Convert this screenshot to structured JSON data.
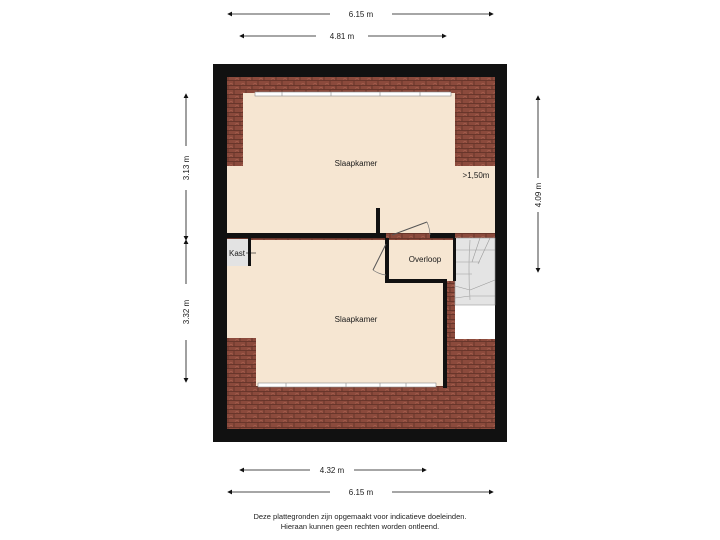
{
  "dimensions": {
    "top_total": "6.15 m",
    "top_inner": "4.81 m",
    "left_upper": "3.13 m",
    "left_lower": "3.32 m",
    "right_height": "4.09 m",
    "bottom_inner": "4.32 m",
    "bottom_total": "6.15 m"
  },
  "rooms": {
    "upper_bedroom": "Slaapkamer",
    "lower_bedroom": "Slaapkamer",
    "landing": "Overloop",
    "closet": "Kast",
    "height_note": ">1,50m"
  },
  "disclaimer": {
    "line1": "Deze plattegronden zijn opgemaakt voor indicatieve doeleinden.",
    "line2": "Hieraan kunnen geen rechten worden ontleend."
  },
  "colors": {
    "wall": "#111111",
    "floor": "#f6e6d2",
    "roof_tiles": "#8b4a3c",
    "stairs": "#dcdcdc"
  }
}
